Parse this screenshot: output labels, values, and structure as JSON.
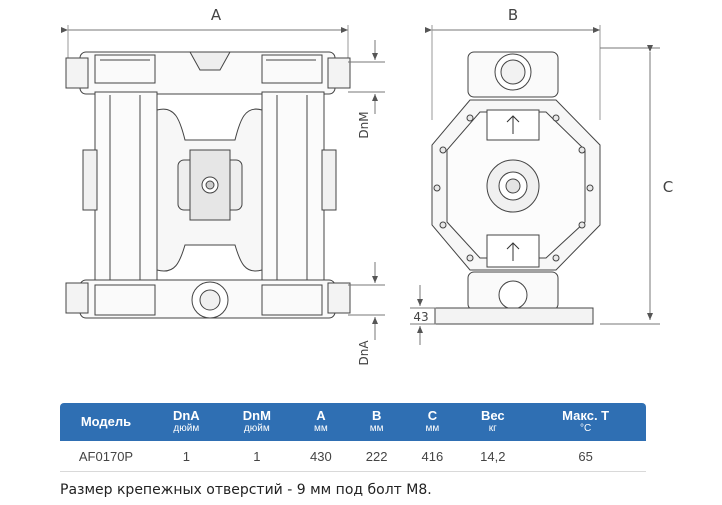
{
  "drawing": {
    "dim_a": "A",
    "dim_b": "B",
    "dim_c": "C",
    "dim_dnm": "DnM",
    "dim_dna": "DnA",
    "dim_43": "43"
  },
  "table": {
    "headers": [
      {
        "label": "Модель",
        "sub": ""
      },
      {
        "label": "DnA",
        "sub": "дюйм"
      },
      {
        "label": "DnM",
        "sub": "дюйм"
      },
      {
        "label": "A",
        "sub": "мм"
      },
      {
        "label": "B",
        "sub": "мм"
      },
      {
        "label": "C",
        "sub": "мм"
      },
      {
        "label": "Вес",
        "sub": "кг"
      },
      {
        "label": "Макс. T",
        "sub": "°C"
      }
    ],
    "rows": [
      [
        "AF0170P",
        "1",
        "1",
        "430",
        "222",
        "416",
        "14,2",
        "65"
      ]
    ]
  },
  "note": "Размер крепежных отверстий - 9 мм под болт M8."
}
